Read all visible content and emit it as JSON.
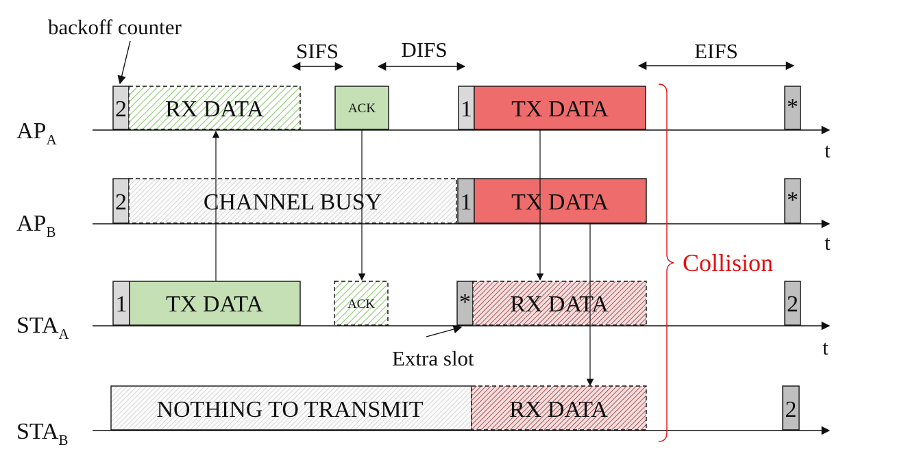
{
  "annotations": {
    "backoff_counter": "backoff counter",
    "sifs": "SIFS",
    "difs": "DIFS",
    "eifs": "EIFS",
    "extra_slot": "Extra slot",
    "collision": "Collision"
  },
  "time_axis_label": "t",
  "rows": {
    "ap_a": {
      "label": "AP",
      "sub": "A",
      "counter": "2",
      "rx_data": "RX DATA",
      "ack": "ACK",
      "counter2": "1",
      "tx_data": "TX DATA",
      "end_mark": "*"
    },
    "ap_b": {
      "label": "AP",
      "sub": "B",
      "counter": "2",
      "busy": "CHANNEL BUSY",
      "counter2": "1",
      "tx_data": "TX DATA",
      "end_mark": "*"
    },
    "sta_a": {
      "label": "STA",
      "sub": "A",
      "counter": "1",
      "tx_data": "TX DATA",
      "ack": "ACK",
      "extra_mark": "*",
      "rx_data": "RX DATA",
      "end_mark": "2"
    },
    "sta_b": {
      "label": "STA",
      "sub": "B",
      "nothing": "NOTHING TO TRANSMIT",
      "rx_data": "RX DATA",
      "end_mark": "2"
    }
  },
  "colors": {
    "rx_green_hatch": "#7fbf5f",
    "tx_green": "#c5e0b4",
    "tx_red": "#ef6c6c",
    "rx_red_hatch": "#9a3c3c",
    "counter_gray": "#d9d9d9",
    "mark_gray": "#bfbfbf",
    "neutral_hatch": "#bdbdbd",
    "collision": "#e01010"
  }
}
